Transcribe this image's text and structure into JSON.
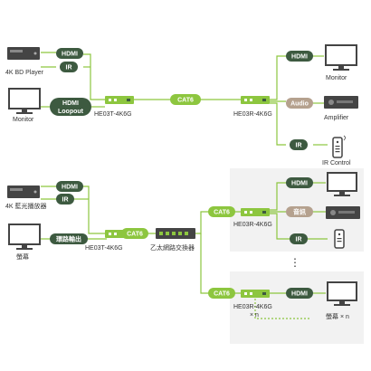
{
  "colors": {
    "green_line": "#8dc63f",
    "pill_dark": "#3d5a40",
    "pill_light": "#8dc63f",
    "audio_pill": "#b5a18e",
    "device": "#444444",
    "panel_bg": "#f2f2f2"
  },
  "top": {
    "bd_player_label": "4K BD Player",
    "monitor_src_label": "Monitor",
    "hdmi_in": "HDMI",
    "ir_in": "IR",
    "loopout_line1": "HDMI",
    "loopout_line2": "Loopout",
    "tx_label": "HE03T-4K6G",
    "cat6": "CAT6",
    "rx_label": "HE03R-4K6G",
    "hdmi_out": "HDMI",
    "audio_out": "Audio",
    "ir_out": "IR",
    "monitor_out_label": "Monitor",
    "amplifier_label": "Amplifier",
    "ir_control_label": "IR Control"
  },
  "bottom": {
    "bd_player_label": "4K 藍光播放器",
    "monitor_src_label": "螢幕",
    "hdmi_in": "HDMI",
    "ir_in": "IR",
    "loopout": "環路輸出",
    "tx_label": "HE03T-4K6G",
    "cat6_a": "CAT6",
    "switch_label": "乙太網路交換器",
    "cat6_b": "CAT6",
    "cat6_c": "CAT6",
    "rx_label": "HE03R-4K6G",
    "rx_n_label": "HE03R-4K6G",
    "rx_n_suffix": "× n",
    "hdmi_out": "HDMI",
    "audio_out": "音訊",
    "ir_out": "IR",
    "hdmi_out_n": "HDMI",
    "ellipsis": "⋮",
    "screen_n_label": "螢幕 × n"
  }
}
